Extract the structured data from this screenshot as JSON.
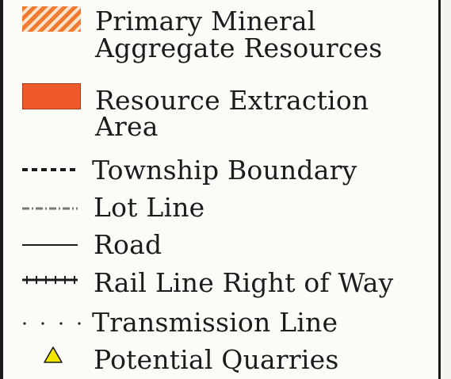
{
  "legend": {
    "items": [
      {
        "id": "primary-mineral",
        "label_lines": [
          "Primary Mineral",
          "Aggregate Resources"
        ],
        "symbol": "hatched-area",
        "color": "#f07a2e"
      },
      {
        "id": "extraction-area",
        "label_lines": [
          "Resource Extraction",
          "Area"
        ],
        "symbol": "solid-area",
        "color": "#ee5a2a"
      },
      {
        "id": "township-boundary",
        "label_lines": [
          "Township Boundary"
        ],
        "symbol": "short-dash-line",
        "color": "#1c1c1c"
      },
      {
        "id": "lot-line",
        "label_lines": [
          "Lot Line"
        ],
        "symbol": "dash-dot-line",
        "color": "#777777"
      },
      {
        "id": "road",
        "label_lines": [
          "Road"
        ],
        "symbol": "solid-line",
        "color": "#1c1c1c"
      },
      {
        "id": "rail-line",
        "label_lines": [
          "Rail Line Right of Way"
        ],
        "symbol": "railway-line",
        "color": "#1c1c1c"
      },
      {
        "id": "transmission-line",
        "label_lines": [
          "Transmission Line"
        ],
        "symbol": "dotted-line",
        "color": "#1c1c1c"
      },
      {
        "id": "potential-quarries",
        "label_lines": [
          "Potential Quarries"
        ],
        "symbol": "triangle-icon",
        "color": "#f2e600"
      }
    ]
  }
}
